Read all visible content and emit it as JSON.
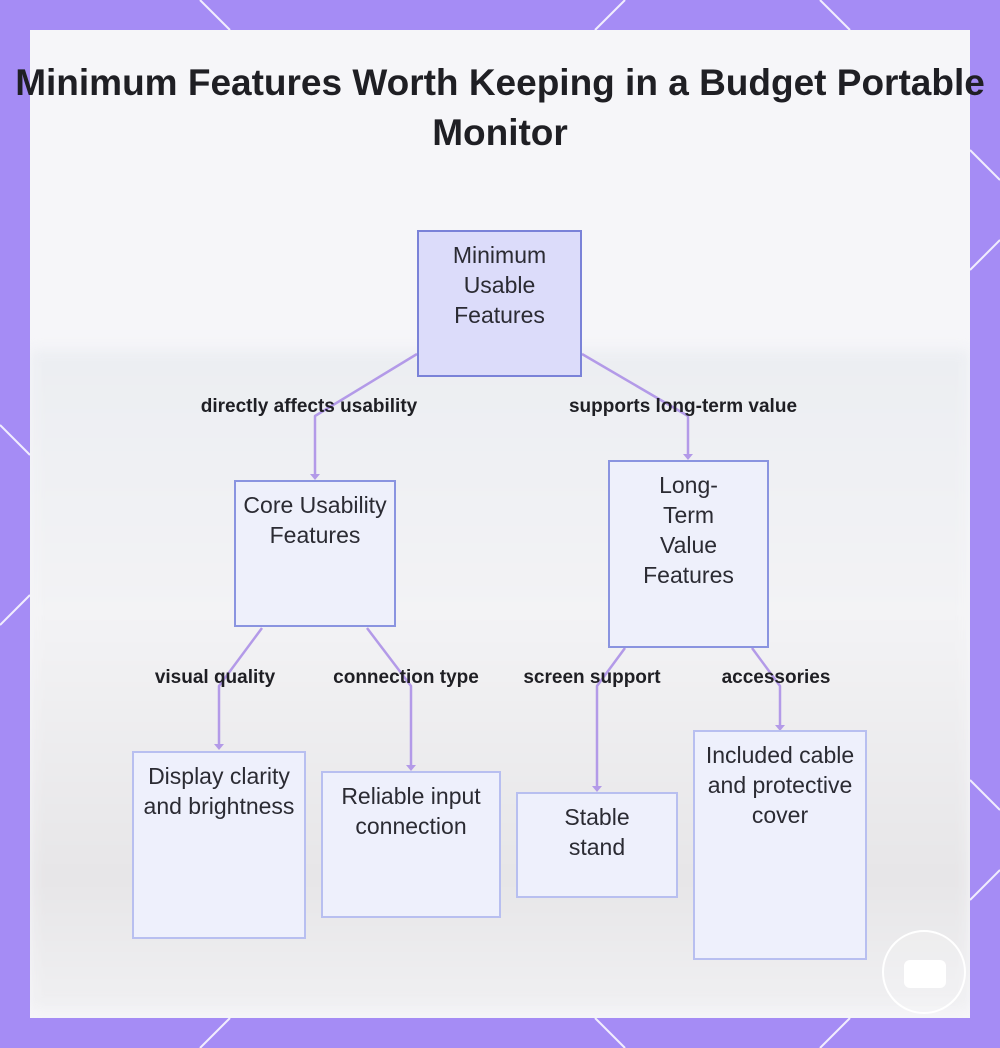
{
  "title": "Minimum Features Worth Keeping in a Budget Portable Monitor",
  "nodes": {
    "root": "Minimum Usable Features",
    "core": "Core Usability Features",
    "longterm": "Long-Term Value Features",
    "display": "Display clarity and brightness",
    "input": "Reliable input connection",
    "stand": "Stable stand",
    "cable": "Included cable and protective cover"
  },
  "edges": {
    "root_core": "directly affects usability",
    "root_longterm": "supports long-term value",
    "core_display": "visual quality",
    "core_input": "connection type",
    "longterm_stand": "screen support",
    "longterm_cable": "accessories"
  },
  "colors": {
    "frame": "#a58cf5",
    "connector": "#b39ae8",
    "root_fill": "#dcdcfa",
    "node_border": "#7a82d8"
  },
  "icons": {
    "badge": "chat-badge-icon"
  }
}
